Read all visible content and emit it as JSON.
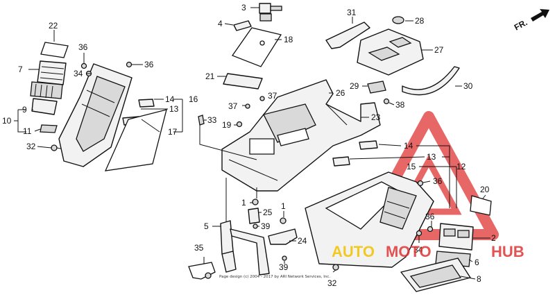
{
  "direction_label": "FR.",
  "copyright": "Page design (c) 2004 - 2017 by ARI Network Services, Inc.",
  "watermark": {
    "text_part1": "AUTO",
    "text_part2": "MOTO",
    "text_part3": "HUB",
    "color_red": "#e03535",
    "color_yellow": "#f2c200"
  },
  "callouts": {
    "c1a": "1",
    "c1b": "1",
    "c2": "2",
    "c3": "3",
    "c4": "4",
    "c5": "5",
    "c6": "6",
    "c7": "7",
    "c8": "8",
    "c9": "9",
    "c10": "10",
    "c11": "11",
    "c12": "12",
    "c13a": "13",
    "c13b": "13",
    "c14a": "14",
    "c14b": "14",
    "c15": "15",
    "c16": "16",
    "c17": "17",
    "c18": "18",
    "c19": "19",
    "c20": "20",
    "c21": "21",
    "c22": "22",
    "c23": "23",
    "c24": "24",
    "c25": "25",
    "c26": "26",
    "c27": "27",
    "c28": "28",
    "c29": "29",
    "c30": "30",
    "c31": "31",
    "c32a": "32",
    "c32b": "32",
    "c33": "33",
    "c34a": "34",
    "c34b": "34",
    "c35": "35",
    "c36a": "36",
    "c36b": "36",
    "c36c": "36",
    "c36d": "36",
    "c37a": "37",
    "c37b": "37",
    "c38": "38",
    "c39a": "39",
    "c39b": "39"
  }
}
